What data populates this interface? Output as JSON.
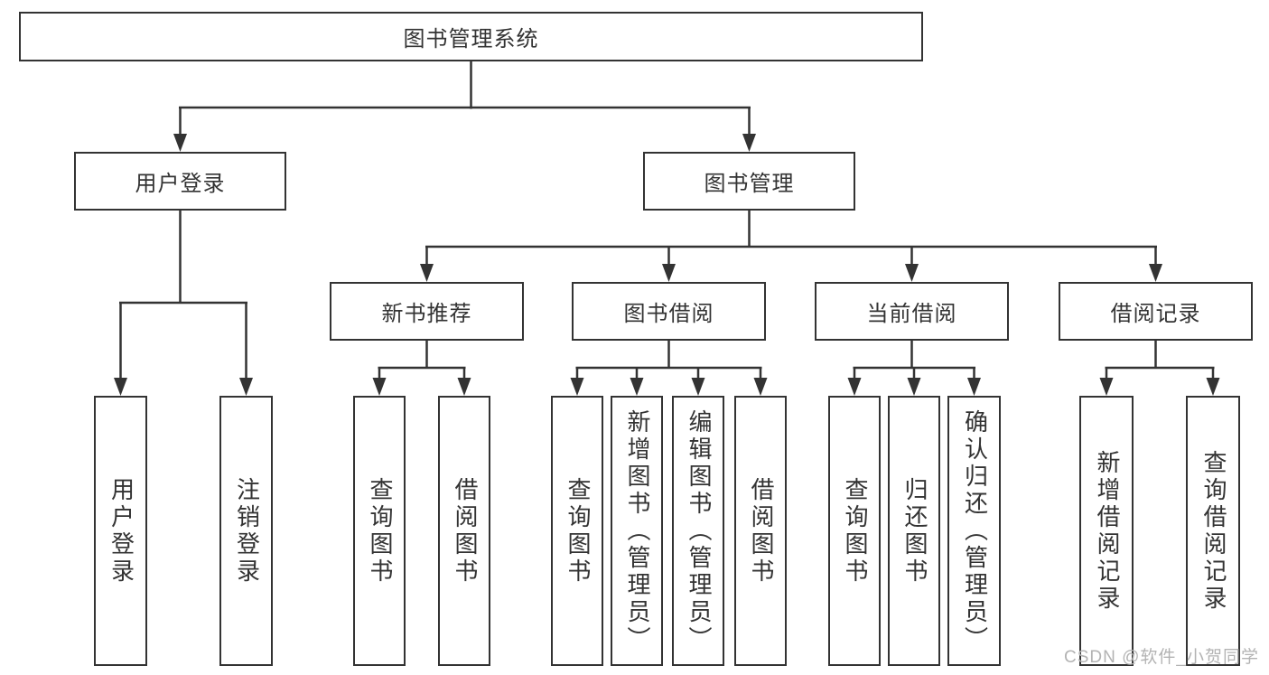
{
  "nodes": {
    "root": {
      "label": "图书管理系统"
    },
    "user_login": {
      "label": "用户登录"
    },
    "book_management": {
      "label": "图书管理"
    },
    "new_book_recommend": {
      "label": "新书推荐"
    },
    "book_borrow": {
      "label": "图书借阅"
    },
    "current_borrow": {
      "label": "当前借阅"
    },
    "borrow_records": {
      "label": "借阅记录"
    },
    "leaf_user_login": {
      "label": "用户登录"
    },
    "leaf_logout": {
      "label": "注销登录"
    },
    "leaf_newbook_query_book": {
      "label": "查询图书"
    },
    "leaf_newbook_borrow_book": {
      "label": "借阅图书"
    },
    "leaf_borrow_query_book": {
      "label": "查询图书"
    },
    "leaf_borrow_add_book_admin": {
      "label": "新增图书（管理员）"
    },
    "leaf_borrow_edit_book_admin": {
      "label": "编辑图书（管理员）"
    },
    "leaf_borrow_borrow_book": {
      "label": "借阅图书"
    },
    "leaf_current_query_book": {
      "label": "查询图书"
    },
    "leaf_current_return_book": {
      "label": "归还图书"
    },
    "leaf_current_confirm_return_admin": {
      "label": "确认归还（管理员）"
    },
    "leaf_records_add_record": {
      "label": "新增借阅记录"
    },
    "leaf_records_query_record": {
      "label": "查询借阅记录"
    }
  },
  "watermark": {
    "text": "CSDN @软件_小贺同学"
  },
  "colors": {
    "line": "#333333",
    "border": "#333333",
    "text": "#333333",
    "watermark": "#b3b3b3"
  }
}
